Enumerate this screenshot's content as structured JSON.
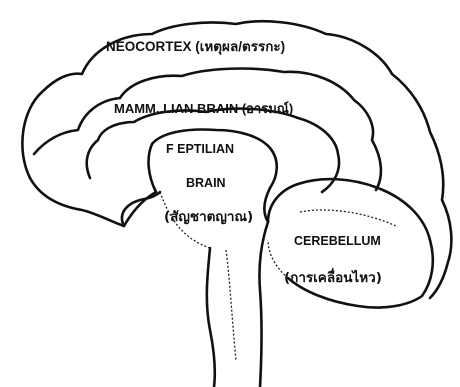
{
  "labels": {
    "neocortex": "NEOCORTEX (เหตุผล/ตรรกะ)",
    "mammalian": "MAMM..LIAN BRAIN (อารมณ์)",
    "reptilian_line1": "F EPTILIAN",
    "reptilian_line2": "BRAIN",
    "reptilian_line3": "(สัญชาตญาณ)",
    "cerebellum": "CEREBELLUM",
    "cerebellum_thai": "(การเคลื่อนไหว)"
  },
  "colors": {
    "ink": "#111111",
    "background": "#ffffff"
  }
}
